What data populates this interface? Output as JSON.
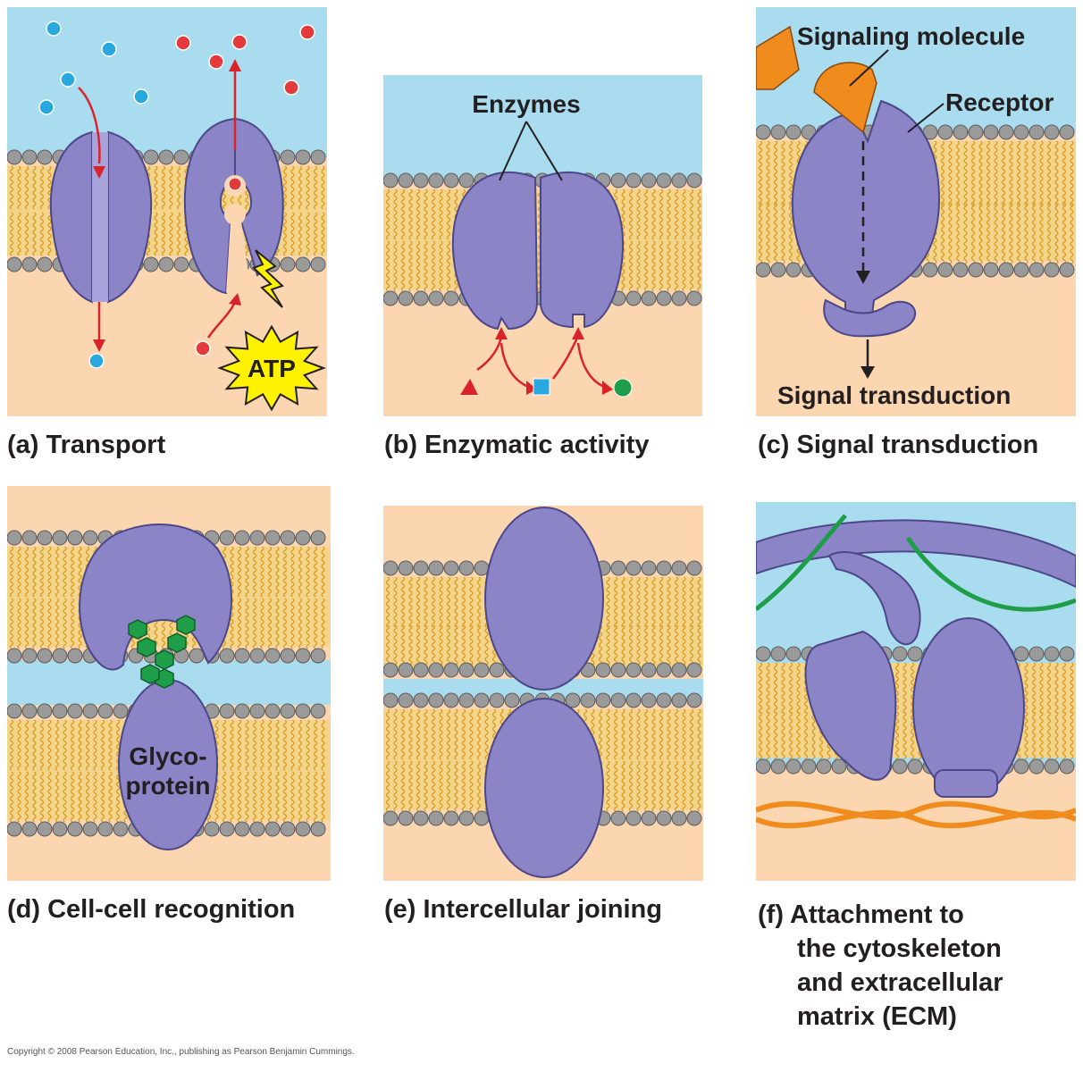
{
  "colors": {
    "extracellular": "#a9dcef",
    "cytoplasm": "#fbd6b0",
    "protein": "#8b85c7",
    "protein_dark": "#4c4789",
    "lipid_head": "#9a9a9a",
    "lipid_tail": "#e0ad2e",
    "arrow": "#d9232a",
    "solute_blue": "#29a8e0",
    "solute_red": "#e33b3b",
    "signal_orange": "#f08c1e",
    "glyco_green": "#1f9e49",
    "atp_yellow": "#fff200"
  },
  "panels": {
    "a": {
      "caption": "(a) Transport",
      "atp_label": "ATP"
    },
    "b": {
      "caption": "(b) Enzymatic activity",
      "enzymes_label": "Enzymes"
    },
    "c": {
      "caption": "(c) Signal transduction",
      "signaling_label": "Signaling molecule",
      "receptor_label": "Receptor",
      "transduction_label": "Signal transduction"
    },
    "d": {
      "caption": "(d) Cell-cell recognition",
      "glyco_line1": "Glyco-",
      "glyco_line2": "protein"
    },
    "e": {
      "caption": "(e) Intercellular joining"
    },
    "f": {
      "caption_lines": [
        "(f) Attachment to",
        "the cytoskeleton",
        "and extracellular",
        "matrix (ECM)"
      ]
    }
  },
  "copyright": "Copyright © 2008 Pearson Education, Inc., publishing as Pearson Benjamin Cummings."
}
